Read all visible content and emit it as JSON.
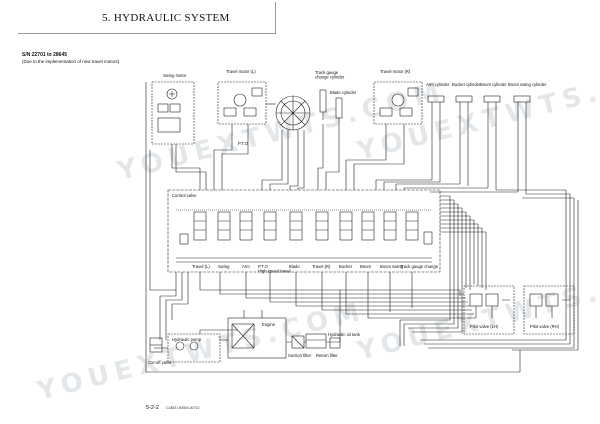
{
  "header": {
    "section_title": "5. HYDRAULIC SYSTEM",
    "serial_range": "S/N 22701 to 28645",
    "note": "(Due to the implementation of new travel motors)"
  },
  "components": {
    "swing_motor": "Swing motor",
    "travel_motor_l": "Travel motor (L)",
    "track_gauge": "Track gauge\nchange cylinder",
    "travel_motor_r": "Travel motor (R)",
    "arm_cylinder": "Arm cylinder",
    "bucket_cylinder": "Bucket cylinder",
    "boom_cylinder": "Boom cylinder",
    "boom_swing_cylinder": "Boom swing cylinder",
    "blade_cylinder": "Blade cylinder",
    "pto": "P.T.O",
    "control_valve": "Control valve",
    "hydraulic_pump": "Hydraulic pump",
    "engine": "Engine",
    "suction_filter": "Suction filter",
    "hydraulic_oil_tank": "Hydraulic oil tank",
    "return_filter": "Return filter",
    "cut_off_valve": "Cut-off valve",
    "pilot_valve_lh": "Pilot valve (LH)",
    "pilot_valve_rh": "Pilot valve (RH)"
  },
  "sections": [
    {
      "label": "Travel (L)"
    },
    {
      "label": "Swing"
    },
    {
      "label": "Arm"
    },
    {
      "label": "P.T.O\nHigh speed travel"
    },
    {
      "label": "Blade"
    },
    {
      "label": "Travel (R)"
    },
    {
      "label": "Bucket"
    },
    {
      "label": "Boom"
    },
    {
      "label": "Boom swing"
    },
    {
      "label": "Track gauge change"
    }
  ],
  "watermark": "YOUEXTWTS.COM",
  "footer": {
    "page_number": "5-2-2",
    "code": "C1853  UM304-00710"
  },
  "colors": {
    "line": "#222222",
    "watermark": "#e3e7ea",
    "rule": "#999999"
  }
}
